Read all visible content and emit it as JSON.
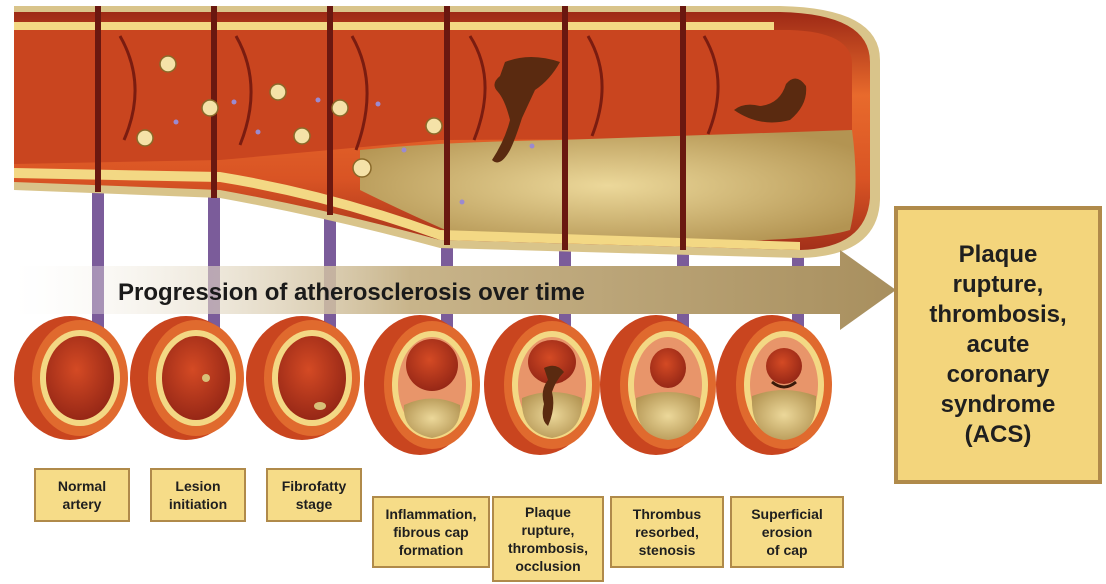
{
  "arrow_caption": "Progression of atherosclerosis over time",
  "outcome": "Plaque\nrupture,\nthrombosis,\nacute\ncoronary\nsyndrome\n(ACS)",
  "stages": [
    {
      "label": "Normal\nartery"
    },
    {
      "label": "Lesion\ninitiation"
    },
    {
      "label": "Fibrofatty\nstage"
    },
    {
      "label": "Inflammation,\nfibrous cap\nformation"
    },
    {
      "label": "Plaque\nrupture,\nthrombosis,\nocclusion"
    },
    {
      "label": "Thrombus\nresorbed,\nstenosis"
    },
    {
      "label": "Superficial\nerosion\nof cap"
    }
  ],
  "colors": {
    "vessel_wall": "#e0642a",
    "vessel_dark": "#8a1f12",
    "intima": "#f6dc88",
    "plaque": "#c8ad6a",
    "thrombus": "#5a2a10",
    "connector": "#7b5c9a",
    "arrow": "#b8a37a"
  }
}
